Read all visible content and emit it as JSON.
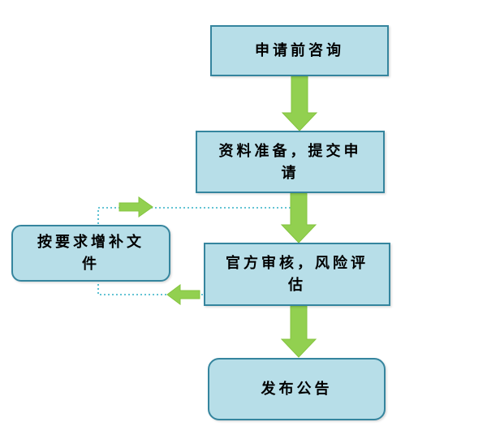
{
  "nodes": {
    "consult": {
      "label": "申请前咨询",
      "lines": [
        "申请前咨询"
      ]
    },
    "prepare": {
      "label": "资料准备，提交申请",
      "lines": [
        "资料准备，提交申",
        "请"
      ]
    },
    "review": {
      "label": "官方审核，风险评估",
      "lines": [
        "官方审核，风险评",
        "估"
      ]
    },
    "announce": {
      "label": "发布公告",
      "lines": [
        "发布公告"
      ]
    },
    "supplement": {
      "label": "按要求增补文件",
      "lines": [
        "按要求增补文",
        "件"
      ]
    }
  },
  "edges": [
    {
      "from": "consult",
      "to": "prepare",
      "style": "solid-block-arrow"
    },
    {
      "from": "prepare",
      "to": "review",
      "style": "solid-block-arrow"
    },
    {
      "from": "review",
      "to": "announce",
      "style": "solid-block-arrow"
    },
    {
      "from": "review",
      "to": "supplement",
      "style": "dotted-feedback-out"
    },
    {
      "from": "supplement",
      "to": "review",
      "style": "dotted-feedback-in"
    }
  ],
  "colors": {
    "node_fill": "#b7dee8",
    "node_border": "#35859e",
    "arrow_fill": "#92d050",
    "arrow_border": "#84c43f",
    "dotted_line": "#31b0c6"
  }
}
